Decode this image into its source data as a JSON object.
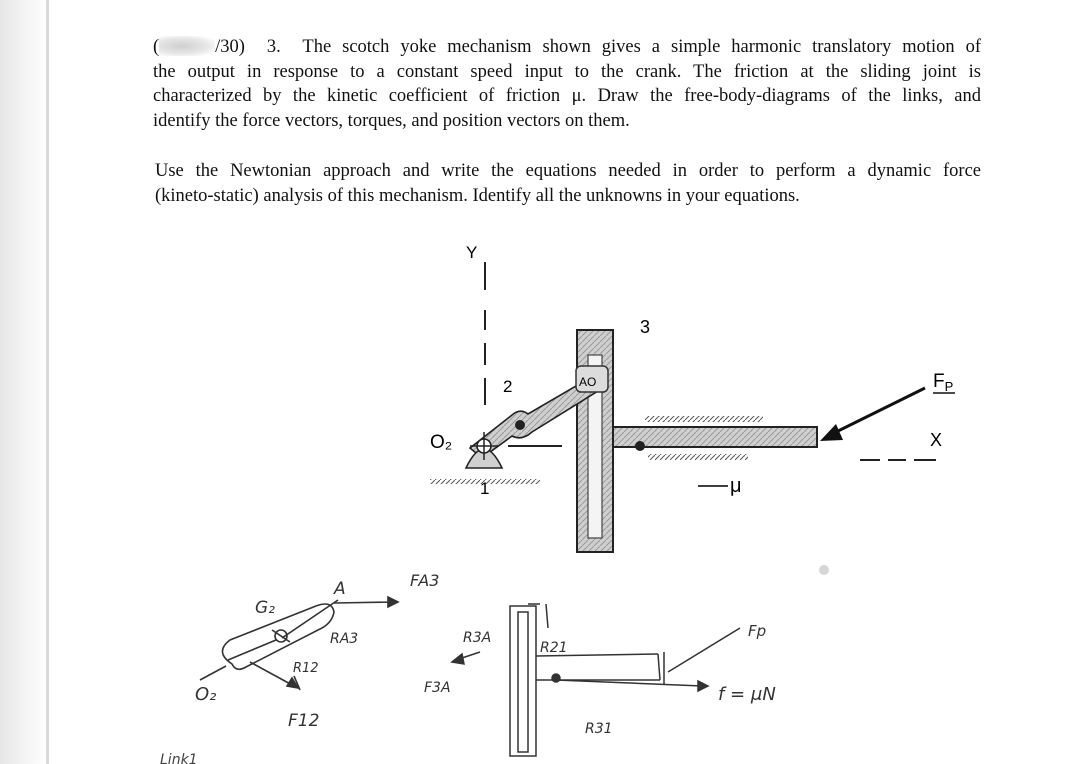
{
  "problem": {
    "open_paren": "(",
    "score": "/30)",
    "number": "3.",
    "p1": [
      "The scotch yoke mechanism shown gives a simple harmonic translatory motion of",
      "the output in response to a constant speed input to the crank.  The friction at the sliding joint is",
      "characterized by the kinetic coefficient of friction μ.  Draw the free-body-diagrams of the links, and",
      "identify the force vectors, torques, and position vectors on them."
    ],
    "p2": [
      "Use the Newtonian approach and write the equations needed in order to perform a dynamic force",
      "(kineto-static) analysis of this mechanism.  Identify all the unknowns in your equations."
    ]
  },
  "figure": {
    "axis_y": "Y",
    "axis_x": "X",
    "origin": "O₂",
    "link_crank": "2",
    "link_ground": "1",
    "link_yoke": "3",
    "joint_a": "AO",
    "mu": "μ",
    "force_p": "F",
    "force_p_sub": "P"
  },
  "handwriting": {
    "g2": "G₂",
    "a": "A",
    "fa3": "FA3",
    "ra3": "RA3",
    "r12": "R12",
    "o2": "O₂",
    "f12": "F12",
    "r3a": "R3A",
    "r21": "R21",
    "f3a": "F3A",
    "r31": "R31",
    "fp": "Fp",
    "friction_eq": "f = μN",
    "link1": "Link1"
  }
}
